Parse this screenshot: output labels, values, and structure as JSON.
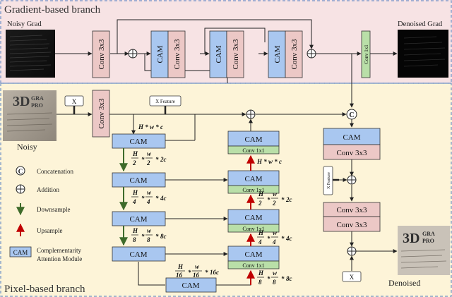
{
  "top_branch": {
    "title": "Gradient-based branch",
    "input_label": "Noisy Grad",
    "output_label": "Denoised Grad",
    "blocks": {
      "conv1": "Conv 3x3",
      "cam": "CAM",
      "conv": "Conv 3x3",
      "conv1x1": "Conv 1x1"
    }
  },
  "bottom_branch": {
    "title": "Pixel-based branch",
    "input_label": "Noisy",
    "output_label": "Denoised",
    "x_label": "X",
    "x_feature_label": "X Feature",
    "conv_in": "Conv 3x3",
    "cam": "CAM",
    "conv1x1": "Conv 1x1",
    "right_conv": "Conv 3x3",
    "dims": {
      "d1": "H * w * c",
      "d_dec1": "H * w * c",
      "d2": [
        "H",
        "2",
        "w",
        "2",
        "2c"
      ],
      "d3": [
        "H",
        "4",
        "w",
        "4",
        "4c"
      ],
      "d4": [
        "H",
        "8",
        "w",
        "8",
        "8c"
      ],
      "d5": [
        "H",
        "16",
        "w",
        "16",
        "16c"
      ]
    }
  },
  "legend": {
    "concat_symbol": "C",
    "concat": "Concatenation",
    "addition": "Addition",
    "downsample": "Downsample",
    "upsample": "Upsample",
    "cam_tag": "CAM",
    "cam_desc_1": "Complementarity",
    "cam_desc_2": "Attention Module"
  },
  "colors": {
    "top_bg": "#f7e3e4",
    "bottom_bg": "#fdf4d8",
    "cam_fill": "#a9c7f0",
    "conv_fill": "#ecc8c6",
    "conv1x1_fill": "#b9dfa8",
    "down_arrow": "#3e6b2a",
    "up_arrow": "#c00000",
    "border_dash": "#6b8fc6"
  }
}
